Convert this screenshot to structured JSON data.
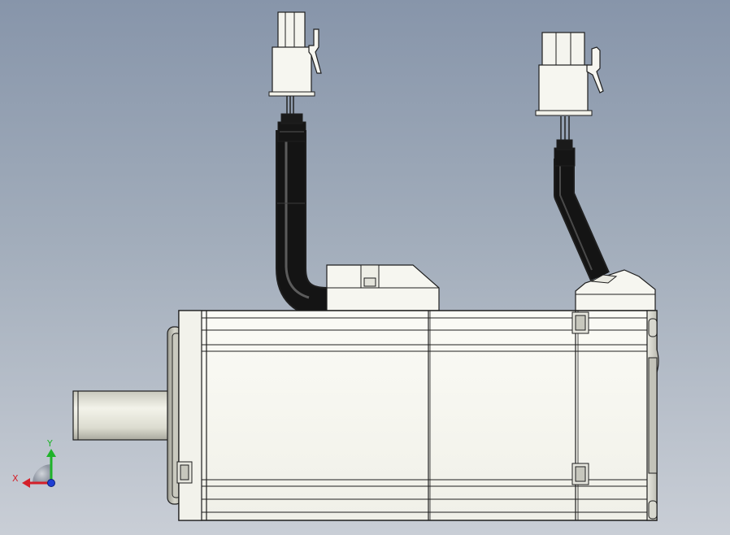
{
  "viewport": {
    "model": "servo-motor-assembly",
    "view": "side"
  },
  "triad": {
    "x_label": "X",
    "y_label": "Y",
    "x_color": "#d4202a",
    "y_color": "#1fb32a",
    "z_color": "#1f3fd4"
  },
  "colors": {
    "background_top": "#8795aa",
    "background_bottom": "#c9ced6",
    "cable": "#141414",
    "body": "#f4f4ee",
    "outline": "#1e1e1e"
  }
}
